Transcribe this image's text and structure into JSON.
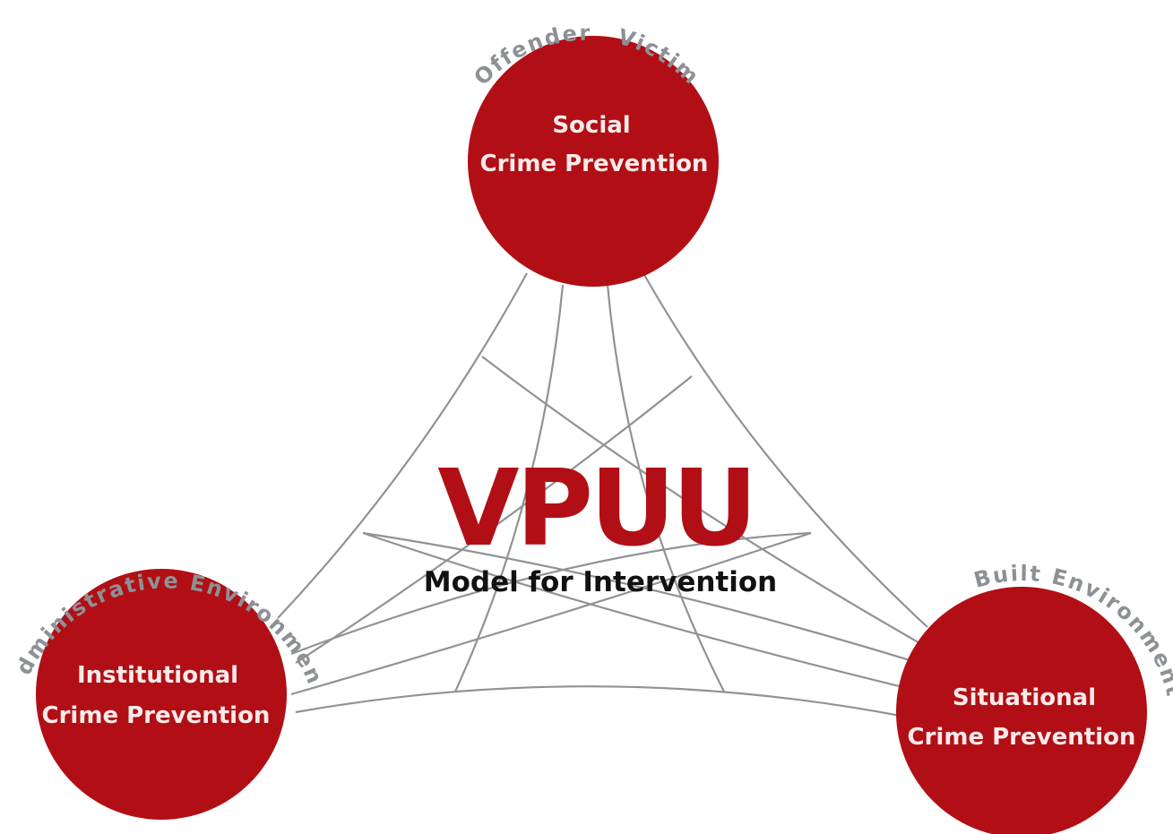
{
  "logo": {
    "text": "VPUU",
    "subtitle": "Model for Intervention"
  },
  "nodes": {
    "social": {
      "line1": "Social",
      "line2": "Crime Prevention",
      "arc_label_left": "Offender",
      "arc_label_right": "Victim"
    },
    "institutional": {
      "line1": "Institutional",
      "line2": "Crime Prevention",
      "arc_label": "Administrative Environment"
    },
    "situational": {
      "line1": "Situational",
      "line2": "Crime Prevention",
      "arc_label": "Built Environment"
    }
  },
  "colors": {
    "circle": "#b10f15",
    "circle_text": "#fbeaea",
    "arc_label": "#8d9196",
    "logo": "#b10f15",
    "subtitle": "#111111",
    "web_lines": "#8f9297"
  }
}
